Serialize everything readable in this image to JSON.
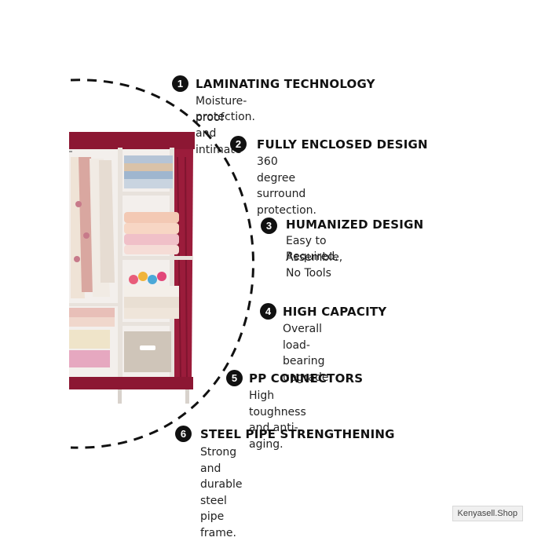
{
  "features": [
    {
      "number": "1",
      "title": "LAMINATING TECHNOLOGY",
      "description_lines": [
        "Moisture-proof and intimate",
        "protection."
      ]
    },
    {
      "number": "2",
      "title": "FULLY ENCLOSED DESIGN",
      "description_lines": [
        "360 degree surround protection."
      ]
    },
    {
      "number": "3",
      "title": "HUMANIZED DESIGN",
      "description_lines": [
        "Easy to Assemble, No Tools",
        "Required."
      ]
    },
    {
      "number": "4",
      "title": "HIGH CAPACITY",
      "description_lines": [
        "Overall load-bearing upgrade."
      ]
    },
    {
      "number": "5",
      "title": "PP CONNECTORS",
      "description_lines": [
        "High toughness and anti-aging."
      ]
    },
    {
      "number": "6",
      "title": "STEEL PIPE STRENGTHENING",
      "description_lines": [
        "Strong and durable steel pipe frame."
      ]
    }
  ],
  "watermark": "Kenyasell.Shop",
  "colors": {
    "wardrobe_fabric": "#8c1733",
    "frame": "#e8e2dc",
    "text": "#111111"
  }
}
